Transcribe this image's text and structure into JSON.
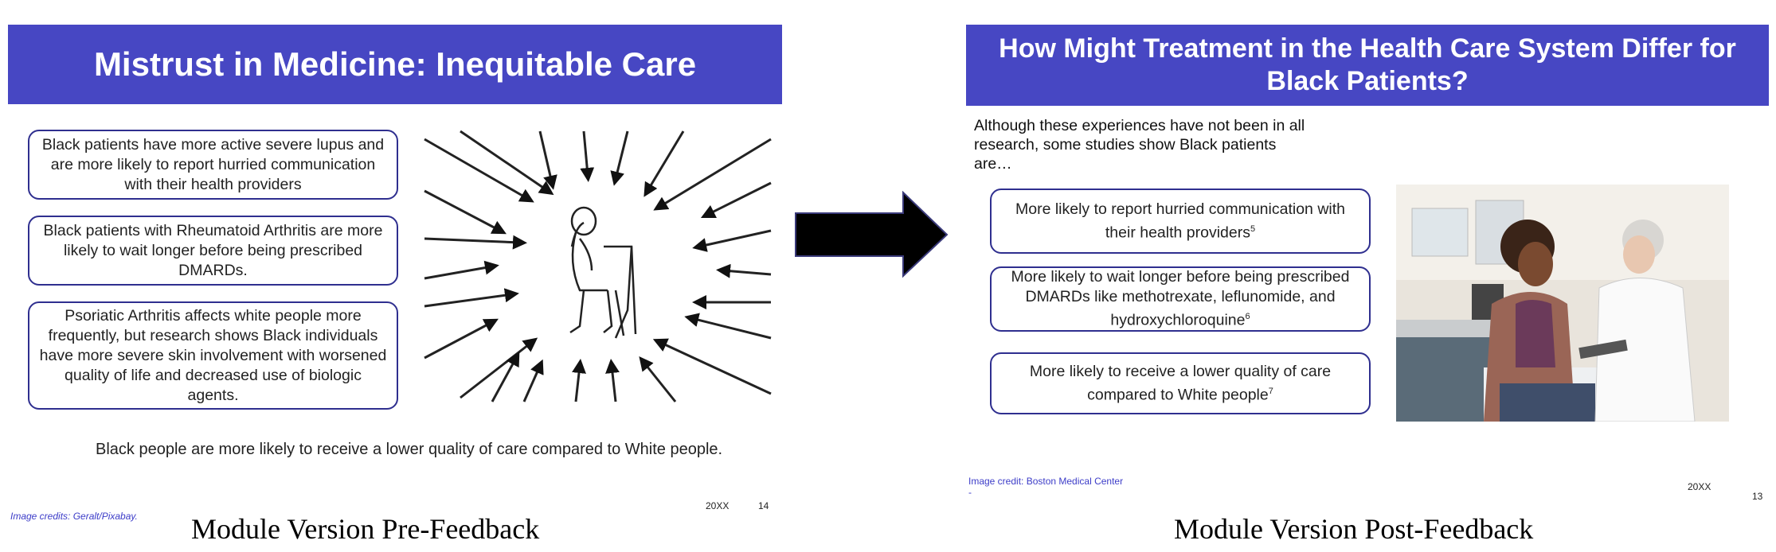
{
  "left_slide": {
    "title": "Mistrust in Medicine: Inequitable Care",
    "boxes": [
      "Black patients have more active severe lupus and are more likely to report hurried communication with their health providers",
      "Black patients with Rheumatoid Arthritis are more likely to wait longer before being prescribed DMARDs.",
      "Psoriatic Arthritis affects white people more frequently, but research shows Black individuals have more severe skin involvement with worsened quality of life and decreased use of biologic agents."
    ],
    "bottom_text": "Black people are more likely to receive a lower quality of care compared to White people.",
    "footer_date": "20XX",
    "page_number": "14",
    "image_credit": "Image credits: Geralt/Pixabay."
  },
  "right_slide": {
    "title": "How Might Treatment in the Health Care System Differ for Black Patients?",
    "intro": "Although these experiences have not been in all research, some studies show Black patients are…",
    "boxes": [
      {
        "text": "More likely to report hurried communication with their health providers",
        "ref": "5"
      },
      {
        "text": "More likely to wait longer before being prescribed DMARDs like methotrexate, leflunomide, and hydroxychloroquine",
        "ref": "6"
      },
      {
        "text": "More likely to receive a lower quality of care compared to White people",
        "ref": "7"
      }
    ],
    "image_credit": "Image credit: Boston Medical Center",
    "dash": "-",
    "footer_date": "20XX",
    "page_number": "13"
  },
  "captions": {
    "left": "Module Version Pre-Feedback",
    "right": "Module Version Post-Feedback"
  },
  "colors": {
    "banner": "#4747c3",
    "box_border": "#2f2f8f",
    "arrow": "#000000"
  }
}
